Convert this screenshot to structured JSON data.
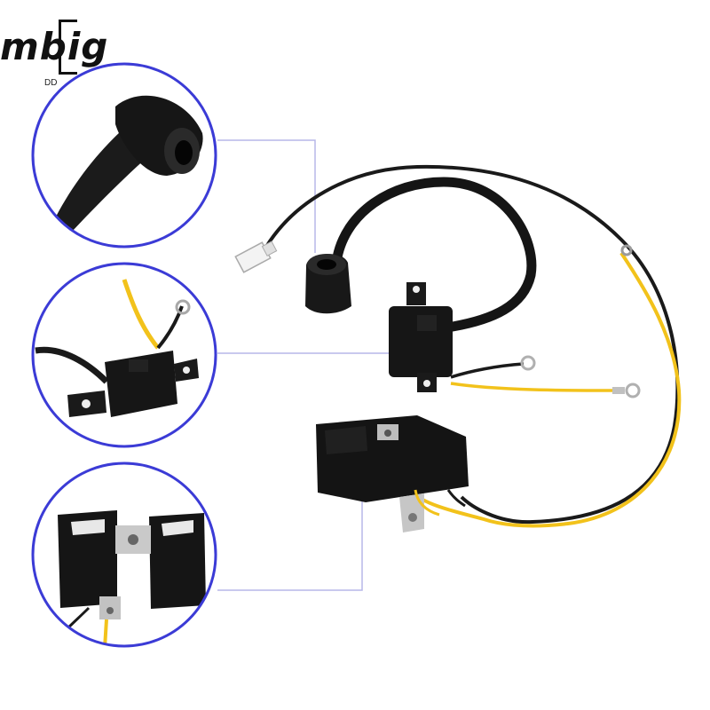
{
  "logo": {
    "wordmark": "mbig",
    "subtitle": "DD"
  },
  "colors": {
    "background": "#ffffff",
    "circle_border": "#3b3bd6",
    "connector_line": "#b7b7e8",
    "plastic": "#141414",
    "wire_black": "#1a1a1a",
    "wire_yellow": "#f2c21b",
    "metal": "#c9c9c9"
  },
  "callouts": [
    {
      "name": "spark-plug-boot-detail"
    },
    {
      "name": "ignition-coil-detail"
    },
    {
      "name": "module-mount-detail"
    }
  ]
}
